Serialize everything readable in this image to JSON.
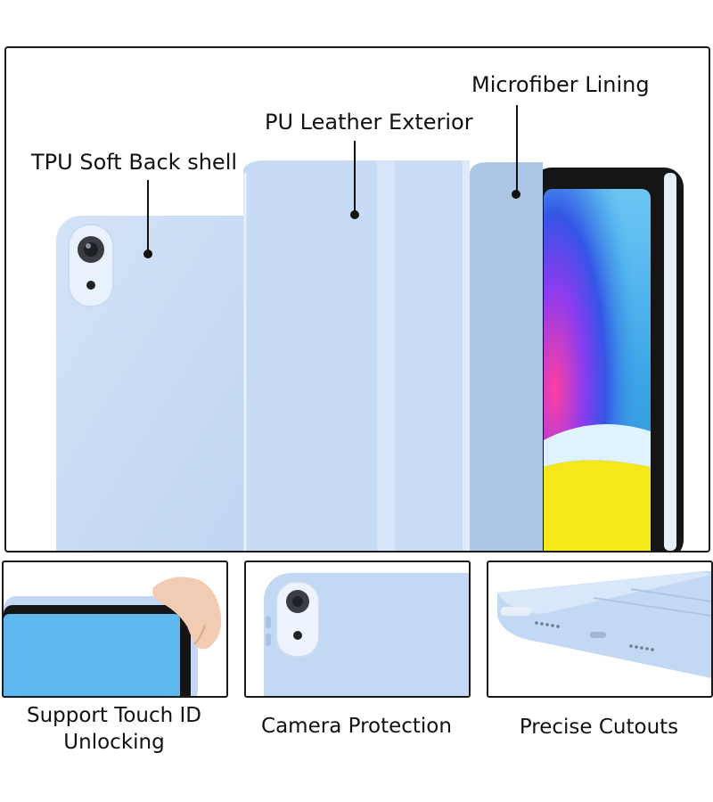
{
  "main": {
    "callouts": {
      "tpu_shell": "TPU Soft Back shell",
      "pu_leather": "PU Leather Exterior",
      "microfiber": "Microfiber Lining"
    }
  },
  "features": [
    {
      "caption_line1": "Support Touch ID",
      "caption_line2": "Unlocking"
    },
    {
      "caption_line1": "Camera Protection",
      "caption_line2": ""
    },
    {
      "caption_line1": "Precise Cutouts",
      "caption_line2": ""
    }
  ],
  "colors": {
    "case_blue": "#c3d8f2",
    "case_blue_dark": "#aec7e6",
    "screen_blue": "#5fb8ee",
    "frame": "#1a1a1a"
  }
}
